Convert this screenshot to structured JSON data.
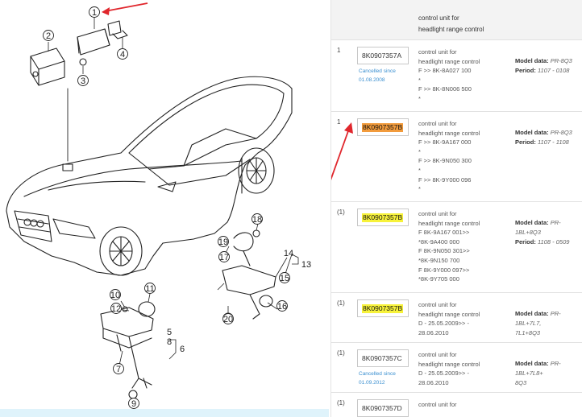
{
  "diagram": {
    "callouts": [
      "1",
      "2",
      "3",
      "4",
      "5",
      "6",
      "7",
      "8",
      "9",
      "10",
      "11",
      "12",
      "13",
      "14",
      "15",
      "16",
      "17",
      "18",
      "19",
      "20"
    ]
  },
  "colors": {
    "accent_arrow": "#e0262c",
    "highlight_orange": "#f29b3c",
    "highlight_yellow": "#f7f23a",
    "cancelled_blue": "#3a8fd0"
  },
  "table": {
    "header_desc_lines": [
      "control unit for",
      "headlight range control"
    ],
    "model_label": "Model data:",
    "period_label": "Period:",
    "rows": [
      {
        "qty": "1",
        "part_number": "8K0907357A",
        "cancelled_lines": [
          "Cancelled since",
          "01.08.2008"
        ],
        "desc_lines": [
          "control unit for",
          "headlight range control",
          "F >> 8K-8A027 100",
          "*",
          "F >> 8K-8N006 500",
          "*"
        ],
        "model": "PR-8Q3",
        "period": "1107 - 0108"
      },
      {
        "qty": "1",
        "part_number": "8K0907357B",
        "desc_lines": [
          "control unit for",
          "headlight range control",
          "F >> 8K-9A167 000",
          "*",
          "F >> 8K-9N050 300",
          "*",
          "F >> 8K-9Y000 096",
          "*"
        ],
        "model": "PR-8Q3",
        "period": "1107 - 1108"
      },
      {
        "qty": "(1)",
        "part_number": "8K0907357B",
        "desc_lines": [
          "control unit for",
          "headlight range control",
          "F 8K-9A167 001>>",
          "*8K-9A400 000",
          "F 8K-9N050 301>>",
          "*8K-9N150 700",
          "F 8K-9Y000 097>>",
          "*8K-9Y705 000"
        ],
        "model": "PR-1BL+8Q3",
        "period": "1108 - 0509"
      },
      {
        "qty": "(1)",
        "part_number": "8K0907357B",
        "desc_lines": [
          "control unit for",
          "headlight range control",
          "D - 25.05.2009>> -",
          "28.06.2010"
        ],
        "model": "PR-1BL+7L7,",
        "model_line2": "7L1+8Q3"
      },
      {
        "qty": "(1)",
        "part_number": "8K0907357C",
        "cancelled_lines": [
          "Cancelled since",
          "01.09.2012"
        ],
        "desc_lines": [
          "control unit for",
          "headlight range control",
          "D - 25.05.2009>> -",
          "28.06.2010"
        ],
        "model": "PR-1BL+7L8+",
        "model_line2": "8Q3"
      },
      {
        "qty": "(1)",
        "part_number": "8K0907357D",
        "desc_lines": [
          "control unit for"
        ]
      }
    ]
  }
}
